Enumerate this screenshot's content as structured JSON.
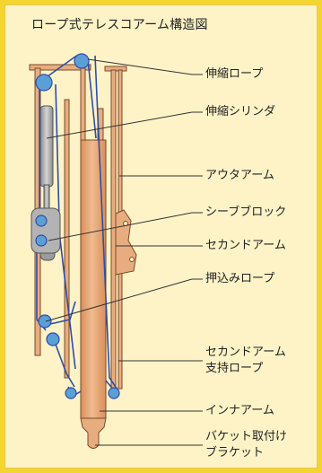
{
  "title": "ロープ式テレスコアーム構造図",
  "labels": {
    "extension_rope": "伸縮ロープ",
    "extension_cylinder": "伸縮シリンダ",
    "outer_arm": "アウタアーム",
    "sheave_block": "シーブブロック",
    "second_arm": "セカンドアーム",
    "retraction_rope": "押込みロープ",
    "second_arm_support_rope_line1": "セカンドアーム",
    "second_arm_support_rope_line2": "支持ロープ",
    "inner_arm": "インナアーム",
    "bucket_bracket_line1": "バケット取付け",
    "bucket_bracket_line2": "ブラケット"
  },
  "colors": {
    "background": "#f4d42e",
    "panel": "#fdf3c7",
    "rope": "#2f4da8",
    "arm_fill": "#e8ad7f",
    "arm_stroke": "#7a4a2a",
    "sheave": "#5b9fd6",
    "cylinder": "#a9a9a9"
  }
}
